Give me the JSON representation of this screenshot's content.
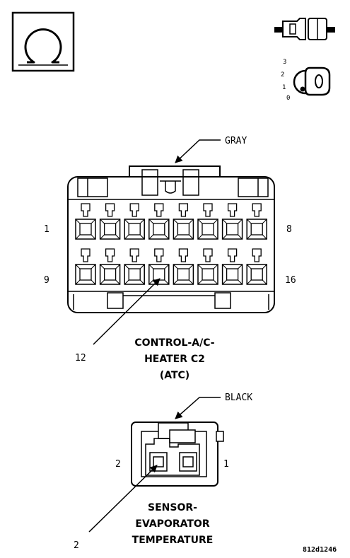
{
  "key_positions": [
    "3",
    "2",
    "1",
    "0"
  ],
  "connector_c2": {
    "color_label": "GRAY",
    "pin_label_top_left": "1",
    "pin_label_top_right": "8",
    "pin_label_bottom_left": "9",
    "pin_label_bottom_right": "16",
    "callout_pin": "12",
    "title_line1": "CONTROL-A/C-",
    "title_line2": "HEATER C2",
    "title_line3": "(ATC)"
  },
  "connector_sensor": {
    "color_label": "BLACK",
    "pin_label_left": "2",
    "pin_label_right": "1",
    "callout_pin": "2",
    "title_line1": "SENSOR-",
    "title_line2": "EVAPORATOR",
    "title_line3": "TEMPERATURE"
  },
  "figure_id": "812d1246"
}
